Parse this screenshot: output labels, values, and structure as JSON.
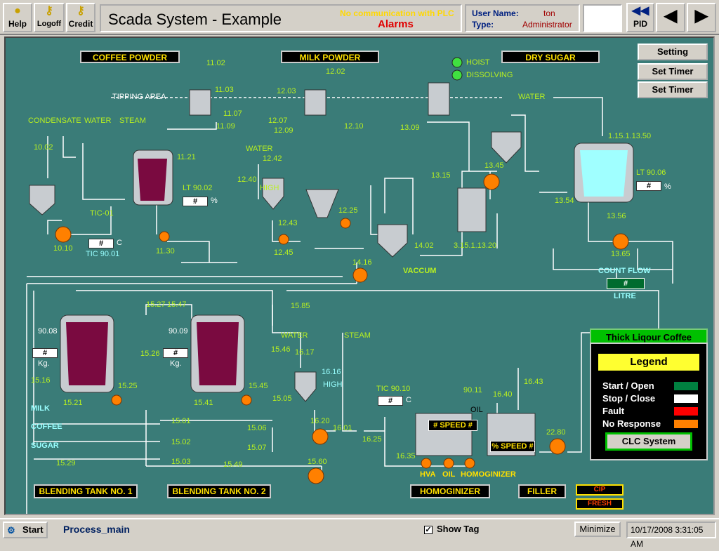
{
  "toolbar": {
    "help_label": "Help",
    "logoff_label": "Logoff",
    "credit_label": "Credit",
    "pid_label": "PID"
  },
  "header": {
    "title": "Scada System - Example",
    "comm_status": "No communication with PLC",
    "alarms_label": "Alarms",
    "user_name_label": "User Name:",
    "user_name": "ton",
    "type_label": "Type:",
    "type_value": "Administrator"
  },
  "sections": {
    "coffee_powder": "COFFEE POWDER",
    "milk_powder": "MILK POWDER",
    "dry_sugar": "DRY SUGAR",
    "tipping_area": "TIPPING AREA",
    "blending_1": "BLENDING TANK NO. 1",
    "blending_2": "BLENDING TANK NO. 2",
    "homogenizer": "HOMOGINIZER",
    "filler": "FILLER",
    "cip": "CIP",
    "fresh": "FRESH"
  },
  "right_buttons": {
    "setting": "Setting",
    "set_timer_1": "Set Timer",
    "set_timer_2": "Set Timer"
  },
  "tags": {
    "t1102": "11.02",
    "t1103": "11.03",
    "t1107": "11.07",
    "t1109": "11.09",
    "t1121": "11.21",
    "t1202": "12.02",
    "t1203": "12.03",
    "t1207": "12.07",
    "t1209": "12.09",
    "t1210": "12.10",
    "t1242": "12.42",
    "t1240": "12.40",
    "t1243": "12.43",
    "t1245": "12.45",
    "t1225": "12.25",
    "t1309": "13.09",
    "t1315": "13.15",
    "t1345": "13.45",
    "t1354": "13.54",
    "t1356": "13.56",
    "t1365": "13.65",
    "t1002": "10.02",
    "t1010": "10.10",
    "t1130": "11.30",
    "t1402": "14.02",
    "t1416": "14.16",
    "t3151": "3.15.1.13.20",
    "t1151": "1.15.1.13.50",
    "t1527": "15.27",
    "t1547": "15.47",
    "t1585": "15.85",
    "t1526": "15.26",
    "t1525": "15.25",
    "t1516": "15.16",
    "t1521": "15.21",
    "t1541": "15.41",
    "t1545": "15.45",
    "t1546": "15.46",
    "t1505": "15.05",
    "t1501": "15.01",
    "t1502": "15.02",
    "t1503": "15.03",
    "t1506": "15.06",
    "t1507": "15.07",
    "t1529": "15.29",
    "t1549": "15.49",
    "t1617": "16.17",
    "t1616": "16.16",
    "t1620": "16.20",
    "t1601": "16.01",
    "t1625": "16.25",
    "t1635": "16.35",
    "t1560": "15.60",
    "t9011": "90.11",
    "t1640": "16.40",
    "t1643": "16.43",
    "t2280": "22.80",
    "t9008": "90.08",
    "t9009": "90.09",
    "lt9002": "LT 90.02",
    "lt9006": "LT 90.06",
    "tic01": "TIC-01",
    "tic9001": "TIC 90.01",
    "tic9010": "TIC 90.10"
  },
  "labels": {
    "condensate": "CONDENSATE",
    "water": "WATER",
    "steam": "STEAM",
    "high": "HIGH",
    "hoist": "HOIST",
    "dissolving": "DISSOLVING",
    "vaccum": "VACCUM",
    "count_flow": "COUNT FLOW",
    "litre": "LITRE",
    "milk": "MILK",
    "coffee": "COFFEE",
    "sugar": "SUGAR",
    "kg": "Kg.",
    "oil": "OIL",
    "hva": "HVA",
    "homoginizer": "HOMOGINIZER",
    "speed": "# SPEED #",
    "pct_speed": "% SPEED #",
    "percent": "%",
    "celsius": "C",
    "hash": "#"
  },
  "legend": {
    "banner": "Thick Liqour Coffee",
    "title": "Legend",
    "items": [
      {
        "label": "Start / Open",
        "color": "#008040"
      },
      {
        "label": "Stop / Close",
        "color": "#ffffff"
      },
      {
        "label": "Fault",
        "color": "#ff0000"
      },
      {
        "label": "No Response",
        "color": "#ff8000"
      }
    ],
    "clc_button": "CLC System"
  },
  "taskbar": {
    "start": "Start",
    "process": "Process_main",
    "show_tag": "Show Tag",
    "minimize": "Minimize",
    "date": "10/17/2008",
    "time": "3:31:05 AM"
  },
  "colors": {
    "background": "#3a7c78",
    "label_green": "#b8f020",
    "pump_orange": "#ff8000",
    "tank_fill": "#7a0a40",
    "tank_cyan": "#a0ffff"
  }
}
